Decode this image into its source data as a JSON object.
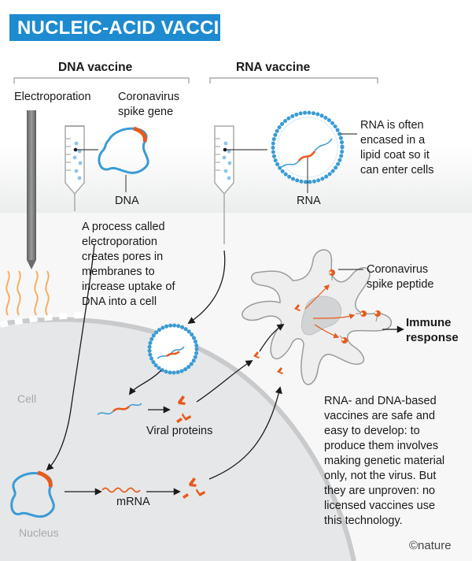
{
  "title": "NUCLEIC-ACID VACCINES",
  "headings": {
    "dna_vaccine": "DNA vaccine",
    "rna_vaccine": "RNA vaccine"
  },
  "labels": {
    "electroporation": "Electroporation",
    "spike_gene": [
      "Coronavirus",
      "spike gene"
    ],
    "dna": "DNA",
    "rna": "RNA",
    "rna_note": [
      "RNA is often",
      "encased in a",
      "lipid coat so it",
      "can enter cells"
    ],
    "process_note": [
      "A process called",
      "electroporation",
      "creates pores in",
      "membranes to",
      "increase uptake of",
      "DNA into a cell"
    ],
    "spike_peptide": [
      "Coronavirus",
      "spike peptide"
    ],
    "immune_response": [
      "Immune",
      "response"
    ],
    "cell": "Cell",
    "viral_proteins": "Viral proteins",
    "mrna": "mRNA",
    "nucleus": "Nucleus",
    "safety_note": [
      "RNA- and DNA-based",
      "vaccines are safe and",
      "easy to develop: to",
      "produce them involves",
      "making genetic material",
      "only, not the virus. But",
      "they are unproven: no",
      "licensed vaccines use",
      "this technology."
    ]
  },
  "brand": "©nature",
  "colors": {
    "title_bg": "#1e8bd0",
    "lipid_blue": "#3a9bd5",
    "accent_orange": "#e85a1c",
    "cell_grey": "#e6e7e8",
    "wave_orange": "#f5b062"
  }
}
